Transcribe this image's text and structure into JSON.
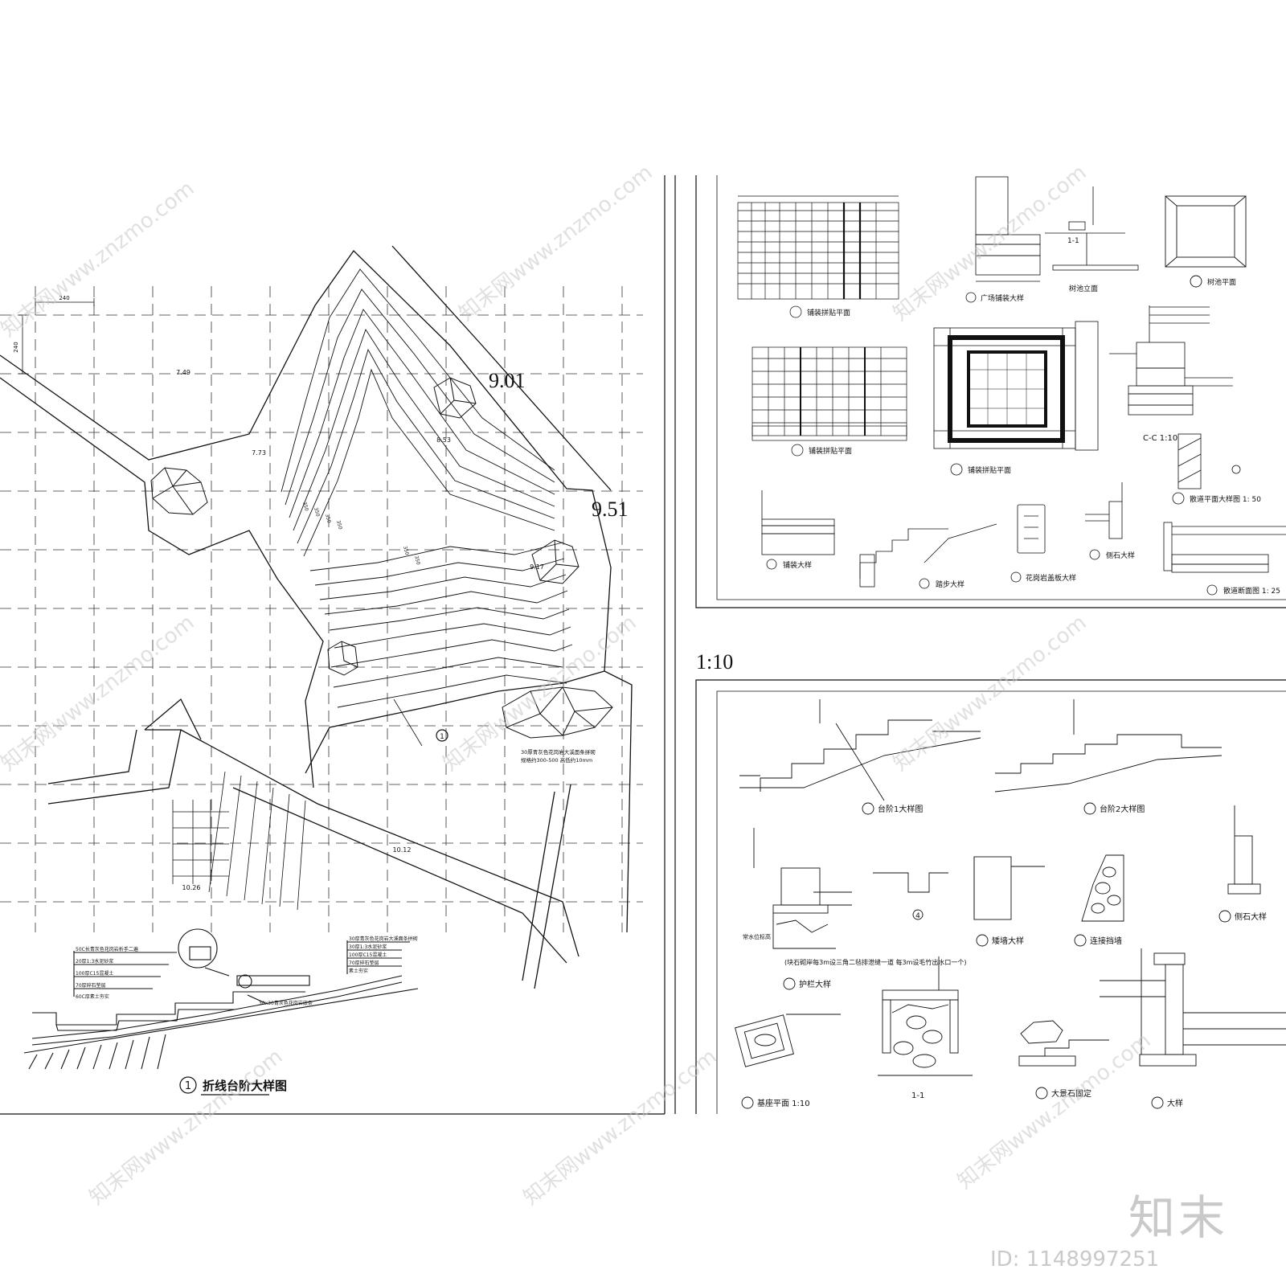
{
  "left_sheet": {
    "title": "折线台阶大样图",
    "title_index": "1",
    "elevations": [
      "7.49",
      "7.73",
      "8.53",
      "9.01",
      "9.51",
      "9.17",
      "10.12",
      "10.26"
    ],
    "dimensions": [
      "240",
      "240"
    ],
    "step_widths": [
      "350",
      "350",
      "350",
      "350",
      "350",
      "350"
    ],
    "paving_note_1": "30厚青灰色花岗岩大溪面条拼砌",
    "paving_note_2": "规格约300-500 高低约10mm",
    "section_layers_a": [
      "50C长青灰色花岗岩析手二遍",
      "20厚1:3水泥砂浆",
      "100厚C15混凝土",
      "70厚碎石垫层",
      "60C厚素土夯实"
    ],
    "section_layers_b": [
      "30厚青灰色花岗岩大溪面条拼砌",
      "30厚1:3水泥砂浆",
      "100厚C15混凝土",
      "70厚碎石垫层",
      "素土夯实"
    ],
    "section_note": "30x30青灰色花岗岩嵌条",
    "callout_index": "1"
  },
  "top_right": {
    "scale": "1:10",
    "captions": [
      {
        "id": "1",
        "text": "铺装拼贴平面"
      },
      {
        "id": "2",
        "text": "铺装拼贴平面"
      },
      {
        "id": "3",
        "text": "铺装拼贴平面"
      },
      {
        "id": "4",
        "text": "树池平面"
      },
      {
        "id": "a",
        "text": "广场铺装大样"
      },
      {
        "id": "",
        "text": "树池立面"
      },
      {
        "id": "a",
        "text": "铺装大样"
      },
      {
        "id": "b",
        "text": "踏步大样"
      },
      {
        "id": "6",
        "text": "花岗岩盖板大样"
      },
      {
        "id": "5",
        "text": "侧石大样"
      },
      {
        "id": "7",
        "text": "散道平面大样图 1: 50"
      },
      {
        "id": "d",
        "text": "散道断面图 1: 25"
      }
    ],
    "section_cc": "C-C 1:10",
    "section_11": "1-1"
  },
  "bottom_right": {
    "captions": [
      {
        "id": "1",
        "text": "台阶1大样图"
      },
      {
        "id": "2",
        "text": "台阶2大样图"
      },
      {
        "id": "3",
        "text": "护栏大样"
      },
      {
        "id": "4",
        "text": ""
      },
      {
        "id": "9",
        "text": "矮墙大样"
      },
      {
        "id": "10",
        "text": "连接挡墙"
      },
      {
        "id": "5",
        "text": "侧石大样"
      },
      {
        "id": "6",
        "text": "基座平面 1:10"
      },
      {
        "id": "7",
        "text": "大景石固定"
      },
      {
        "id": "8",
        "text": "大样"
      }
    ],
    "section_11": "1-1",
    "note": "(块石砌岸每3m设三角二毡排泄缝一道 每3m设毛竹出水口一个)",
    "water_label": "常水位标高"
  },
  "watermark": {
    "text": "知末网www.znzmo.com",
    "brand": "知末",
    "id_label": "ID: 1148997251"
  }
}
